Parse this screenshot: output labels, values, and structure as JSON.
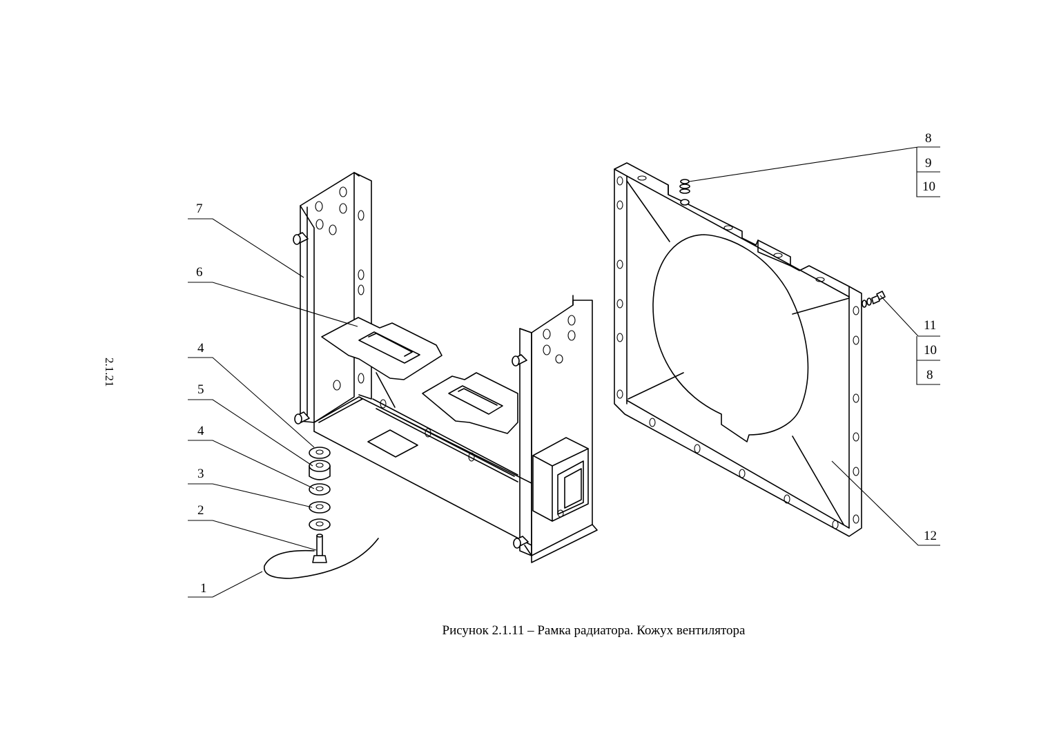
{
  "page_number": "2.1.21",
  "caption": "Рисунок 2.1.11 – Рамка радиатора. Кожух вентилятора",
  "callouts": {
    "c1": "1",
    "c2": "2",
    "c3": "3",
    "c4a": "4",
    "c4b": "4",
    "c5": "5",
    "c6": "6",
    "c7": "7",
    "c8a": "8",
    "c9": "9",
    "c10a": "10",
    "c11": "11",
    "c10b": "10",
    "c8b": "8",
    "c12": "12"
  }
}
